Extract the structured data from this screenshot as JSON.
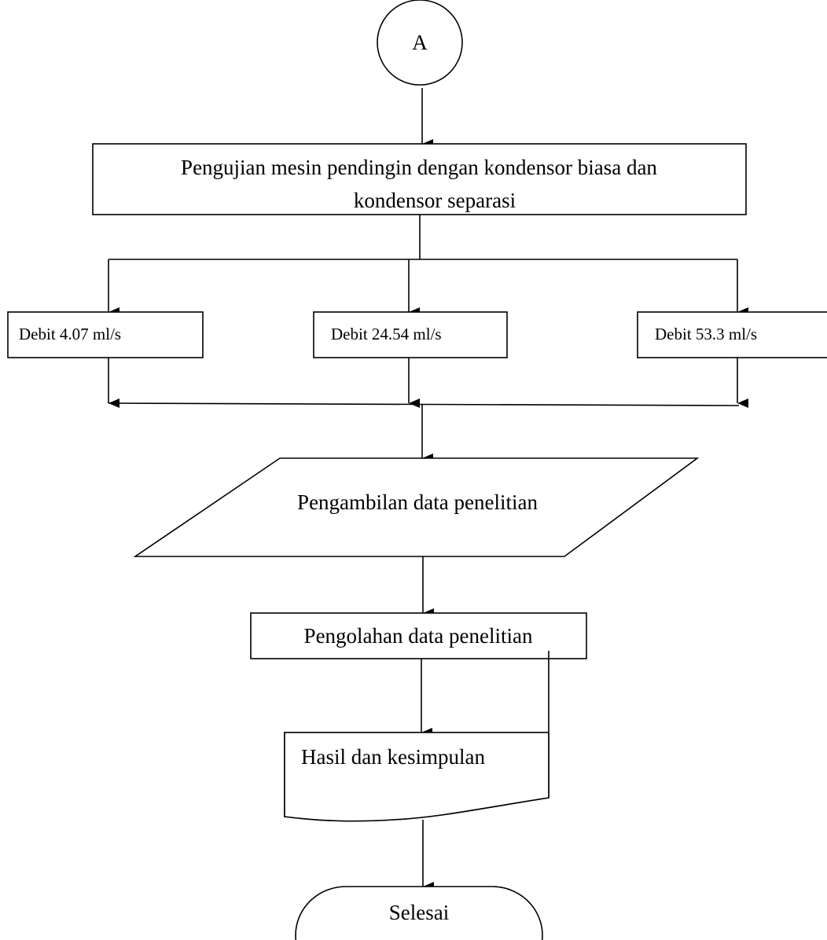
{
  "connector": {
    "label": "A"
  },
  "process_top": {
    "line1": "Pengujian mesin pendingin dengan kondensor biasa dan",
    "line2": "kondensor separasi"
  },
  "debit": [
    {
      "label": "Debit 4.07 ml/s"
    },
    {
      "label": "Debit 24.54 ml/s"
    },
    {
      "label": "Debit 53.3 ml/s"
    }
  ],
  "data_input": {
    "label": "Pengambilan data penelitian"
  },
  "processing": {
    "label": "Pengolahan data penelitian"
  },
  "result_doc": {
    "label": "Hasil dan kesimpulan"
  },
  "terminator": {
    "label": "Selesai"
  }
}
